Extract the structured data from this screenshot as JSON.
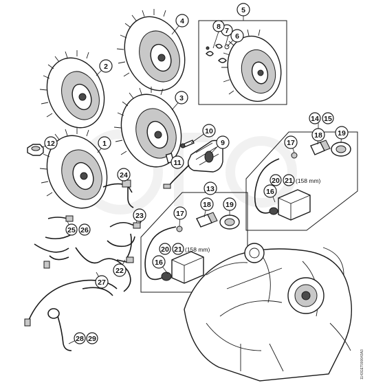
{
  "diagram": {
    "reference_code": "1143GET000043A3",
    "callouts": [
      "1",
      "2",
      "3",
      "4",
      "5",
      "6",
      "7",
      "8",
      "9",
      "10",
      "11",
      "12",
      "13",
      "14",
      "15",
      "16",
      "17",
      "18",
      "19",
      "20",
      "21",
      "22",
      "23",
      "24",
      "25",
      "26",
      "27",
      "28",
      "29"
    ],
    "wire_length_note_1": "(158 mm)",
    "wire_length_note_2": "(158 mm)"
  }
}
